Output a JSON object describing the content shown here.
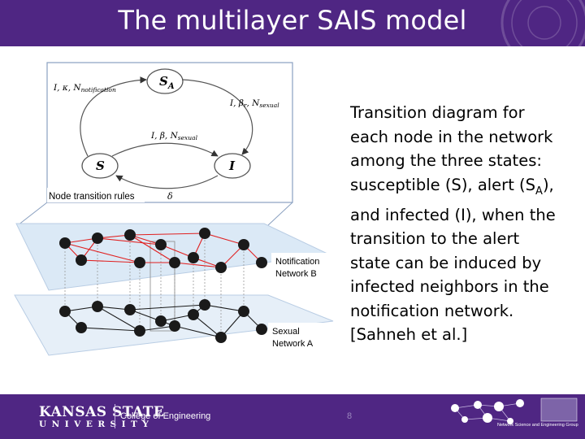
{
  "title": "The multilayer SAIS model",
  "description": {
    "line1": "Transition diagram for",
    "line2": "each node in the network",
    "line3": "among the three states:",
    "line4": "susceptible (S), alert (S",
    "line4_sub": "A",
    "line4_end": "),",
    "line5": "and infected (I), when the",
    "line6": "transition to the alert",
    "line7": "state can be induced by",
    "line8": "infected neighbors in the",
    "line9": "notification network.",
    "line10": "[Sahneh et al.]"
  },
  "figure": {
    "node_rules_label": "Node transition rules",
    "state_alert": "S",
    "state_alert_sub": "A",
    "state_susceptible": "S",
    "state_infected": "I",
    "edge_s_to_sa": "I, κ, N",
    "edge_s_to_sa_sub": "notification",
    "edge_sa_to_i": "I, β",
    "edge_sa_to_i_sub1": "r",
    "edge_sa_to_i_sub2": ", N",
    "edge_sa_to_i_sub3": "sexual",
    "edge_s_to_i": "I, β, N",
    "edge_s_to_i_sub": "sexual",
    "edge_i_to_s": "δ",
    "layer_b_line1": "Notification",
    "layer_b_line2": "Network B",
    "layer_a_line1": "Sexual",
    "layer_a_line2": "Network A"
  },
  "footer": {
    "university_name": "KANSAS STATE",
    "university_word": "UNIVERSITY",
    "college": "College of Engineering",
    "page_number": "8",
    "group_name": "Network Science and Engineering Group"
  },
  "colors": {
    "brand_purple": "#4f2683",
    "notification_plane": "#dbe9f6",
    "notification_edges": "#e02020"
  }
}
